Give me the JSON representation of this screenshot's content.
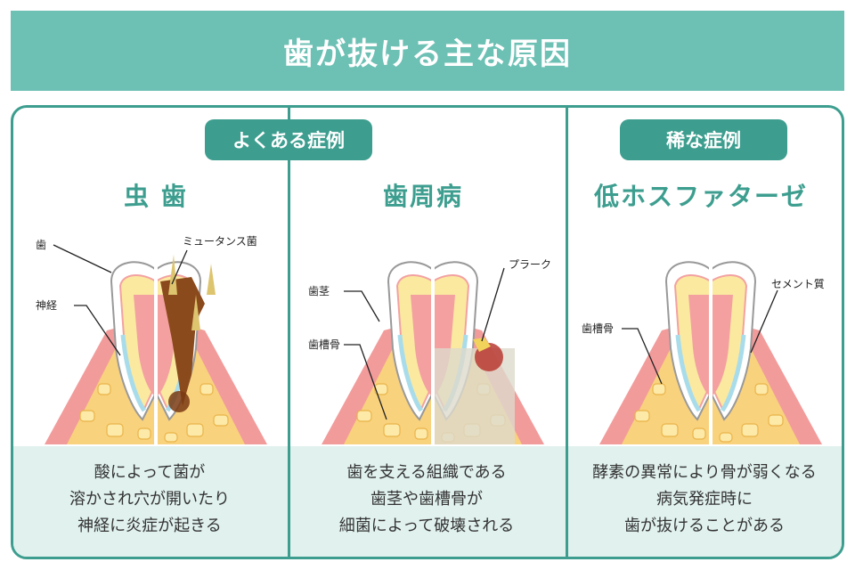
{
  "header": {
    "title": "歯が抜ける主な原因"
  },
  "badges": {
    "common": "よくある症例",
    "rare": "稀な症例"
  },
  "columns": [
    {
      "title": "虫 歯",
      "labels": [
        "歯",
        "神経",
        "ミュータンス菌"
      ],
      "description": [
        "酸によって菌が",
        "溶かされ穴が開いたり",
        "神経に炎症が起きる"
      ]
    },
    {
      "title": "歯周病",
      "labels": [
        "歯茎",
        "歯槽骨",
        "プラーク"
      ],
      "description": [
        "歯を支える組織である",
        "歯茎や歯槽骨が",
        "細菌によって破壊される"
      ]
    },
    {
      "title": "低ホスファターゼ",
      "labels": [
        "歯槽骨",
        "セメント質"
      ],
      "description": [
        "酵素の異常により骨が弱くなる",
        "病気発症時に",
        "歯が抜けることがある"
      ]
    }
  ],
  "colors": {
    "accent": "#3d9e8f",
    "header": "#6dc0b4",
    "band": "#e0f1ee"
  }
}
